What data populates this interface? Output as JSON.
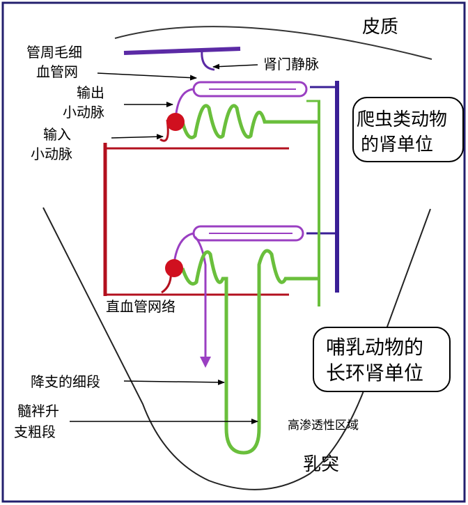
{
  "labels": {
    "cortex": "皮质",
    "medulla": "乳突",
    "peritubular_capillaries_line1": "管周毛细",
    "peritubular_capillaries_line2": "血管网",
    "renal_vein": "肾门静脉",
    "efferent_line1": "输出",
    "efferent_line2": "小动脉",
    "afferent_line1": "输入",
    "afferent_line2": "小动脉",
    "vasa_recta": "直血管网络",
    "thin_descending": "降支的细段",
    "thick_ascending_line1": "髓袢升",
    "thick_ascending_line2": "支粗段",
    "hyperosmotic_zone": "高渗透性区域",
    "reptile_box_line1": "爬虫类动物",
    "reptile_box_line2": "的肾单位",
    "mammal_box_line1": "哺乳动物的",
    "mammal_box_line2": "长环肾单位"
  },
  "colors": {
    "frame": "#231f6e",
    "artery": "#b3101e",
    "vein": "#3a1f96",
    "capillary": "#9a3fc2",
    "tubule": "#6abf3c",
    "glomerulus": "#d0101f",
    "text": "#000000"
  }
}
